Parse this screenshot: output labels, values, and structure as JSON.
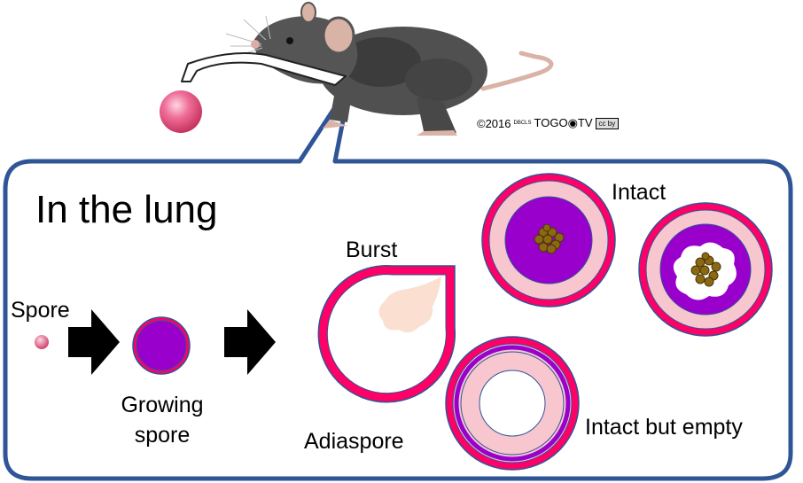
{
  "title": "In the lung",
  "labels": {
    "spore": "Spore",
    "growing_line1": "Growing",
    "growing_line2": "spore",
    "burst": "Burst",
    "adiaspore": "Adiaspore",
    "intact": "Intact",
    "intact_empty": "Intact but empty"
  },
  "credit": {
    "year": "©2016",
    "org": "DBCLS",
    "brand": "TOGO",
    "brand_suffix": "TV",
    "license": "cc by"
  },
  "colors": {
    "frame": "#2f5597",
    "wall_pink": "#ff0066",
    "inner_pink": "#f7c6cf",
    "purple": "#9900cc",
    "nucleus": "#8b6914",
    "spore_pink": "#ee5f8f",
    "mouse": "#4a4a4a"
  }
}
